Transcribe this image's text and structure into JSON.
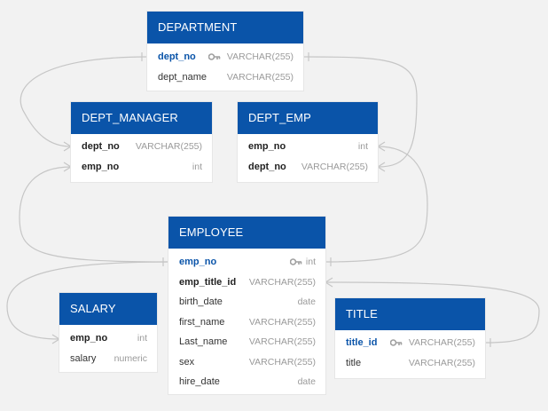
{
  "tables": {
    "department": {
      "title": "DEPARTMENT",
      "columns": [
        {
          "name": "dept_no",
          "type": "VARCHAR(255)",
          "pk": true,
          "icon": "key-icon"
        },
        {
          "name": "dept_name",
          "type": "VARCHAR(255)"
        }
      ]
    },
    "dept_manager": {
      "title": "DEPT_MANAGER",
      "columns": [
        {
          "name": "dept_no",
          "type": "VARCHAR(255)",
          "fk": true
        },
        {
          "name": "emp_no",
          "type": "int",
          "fk": true
        }
      ]
    },
    "dept_emp": {
      "title": "DEPT_EMP",
      "columns": [
        {
          "name": "emp_no",
          "type": "int",
          "fk": true
        },
        {
          "name": "dept_no",
          "type": "VARCHAR(255)",
          "fk": true
        }
      ]
    },
    "employee": {
      "title": "EMPLOYEE",
      "columns": [
        {
          "name": "emp_no",
          "type": "int",
          "pk": true,
          "icon": "key-icon"
        },
        {
          "name": "emp_title_id",
          "type": "VARCHAR(255)",
          "fk": true
        },
        {
          "name": "birth_date",
          "type": "date"
        },
        {
          "name": "first_name",
          "type": "VARCHAR(255)"
        },
        {
          "name": "Last_name",
          "type": "VARCHAR(255)"
        },
        {
          "name": "sex",
          "type": "VARCHAR(255)"
        },
        {
          "name": "hire_date",
          "type": "date"
        }
      ]
    },
    "salary": {
      "title": "SALARY",
      "columns": [
        {
          "name": "emp_no",
          "type": "int",
          "fk": true
        },
        {
          "name": "salary",
          "type": "numeric"
        }
      ]
    },
    "title": {
      "title": "TITLE",
      "columns": [
        {
          "name": "title_id",
          "type": "VARCHAR(255)",
          "pk": true,
          "icon": "key-icon"
        },
        {
          "name": "title",
          "type": "VARCHAR(255)"
        }
      ]
    }
  },
  "colors": {
    "header_bg": "#0a54a9",
    "header_text": "#ffffff",
    "pk_text": "#0a54a9",
    "connector": "#c6c6c6",
    "canvas_bg": "#f2f2f2"
  }
}
